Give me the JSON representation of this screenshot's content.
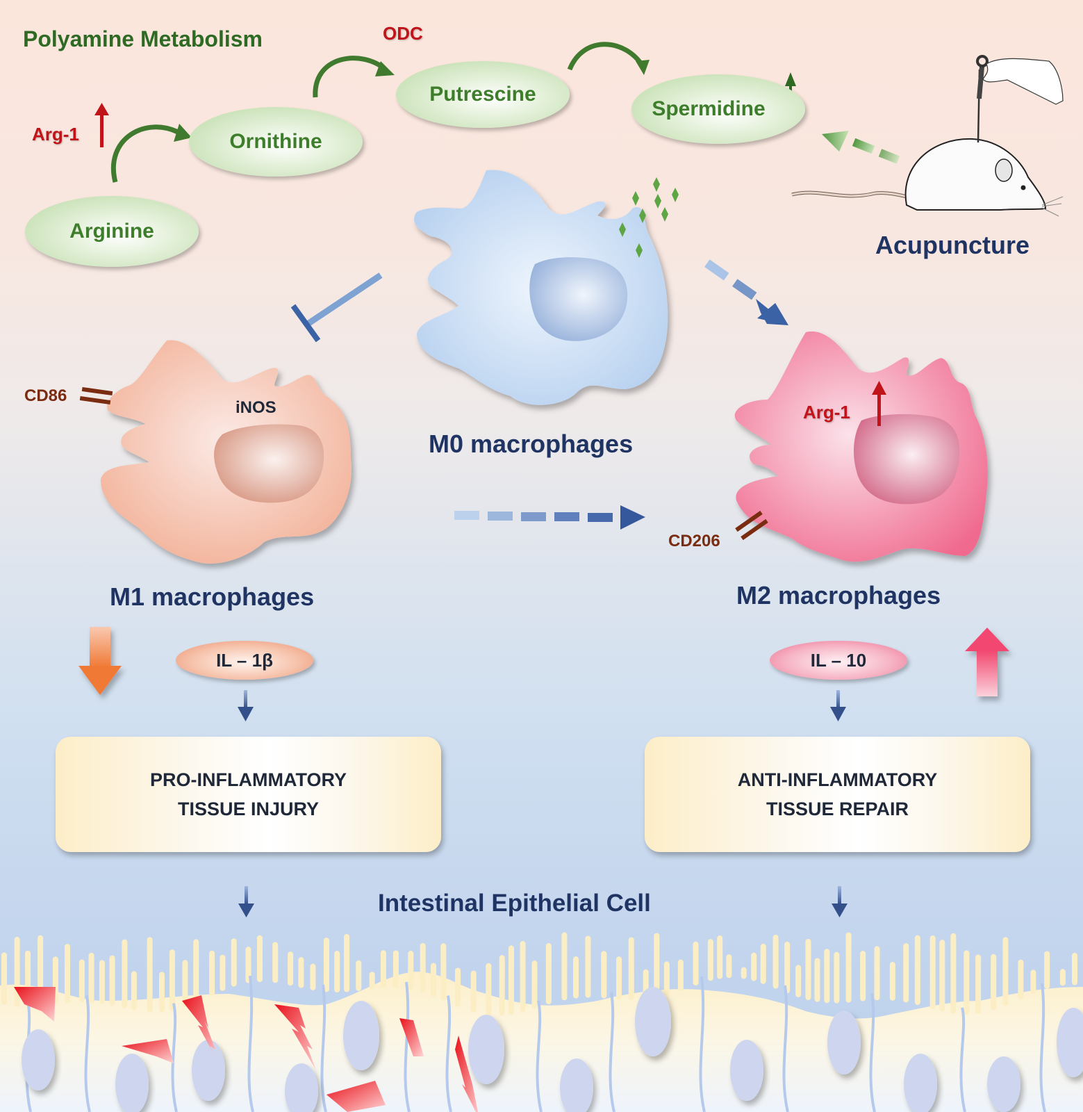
{
  "figure": {
    "section_title": "Polyamine Metabolism",
    "metabolites": {
      "arginine": "Arginine",
      "ornithine": "Ornithine",
      "putrescine": "Putrescine",
      "spermidine": "Spermidine"
    },
    "enzymes": {
      "arg1": "Arg-1",
      "odc": "ODC"
    },
    "intervention": "Acupuncture",
    "cells": {
      "m0": "M0 macrophages",
      "m1": "M1 macrophages",
      "m2": "M2 macrophages"
    },
    "markers": {
      "m1_surface": "CD86",
      "m1_internal": "iNOS",
      "m2_surface": "CD206",
      "m2_internal": "Arg-1"
    },
    "cytokines": {
      "m1": "IL – 1β",
      "m2": "IL – 10"
    },
    "outcomes": {
      "m1_line1": "PRO-INFLAMMATORY",
      "m1_line2": "TISSUE INJURY",
      "m2_line1": "ANTI-INFLAMMATORY",
      "m2_line2": "TISSUE REPAIR"
    },
    "tissue_label": "Intestinal Epithelial Cell",
    "trends": {
      "arg1_metabolism": "up",
      "spermidine": "up",
      "m2_arg1": "up",
      "m1_population": "down",
      "m2_population": "up"
    },
    "colors": {
      "metabolism_green": "#2f6a24",
      "enzyme_red": "#c0141a",
      "title_navy": "#1f3462",
      "marker_brown": "#7a2c10",
      "m0_blue": "#b8d3f0",
      "m1_salmon": "#f4b49a",
      "m2_pink": "#f27a99",
      "arrow_blue": "#3a62a4"
    }
  }
}
